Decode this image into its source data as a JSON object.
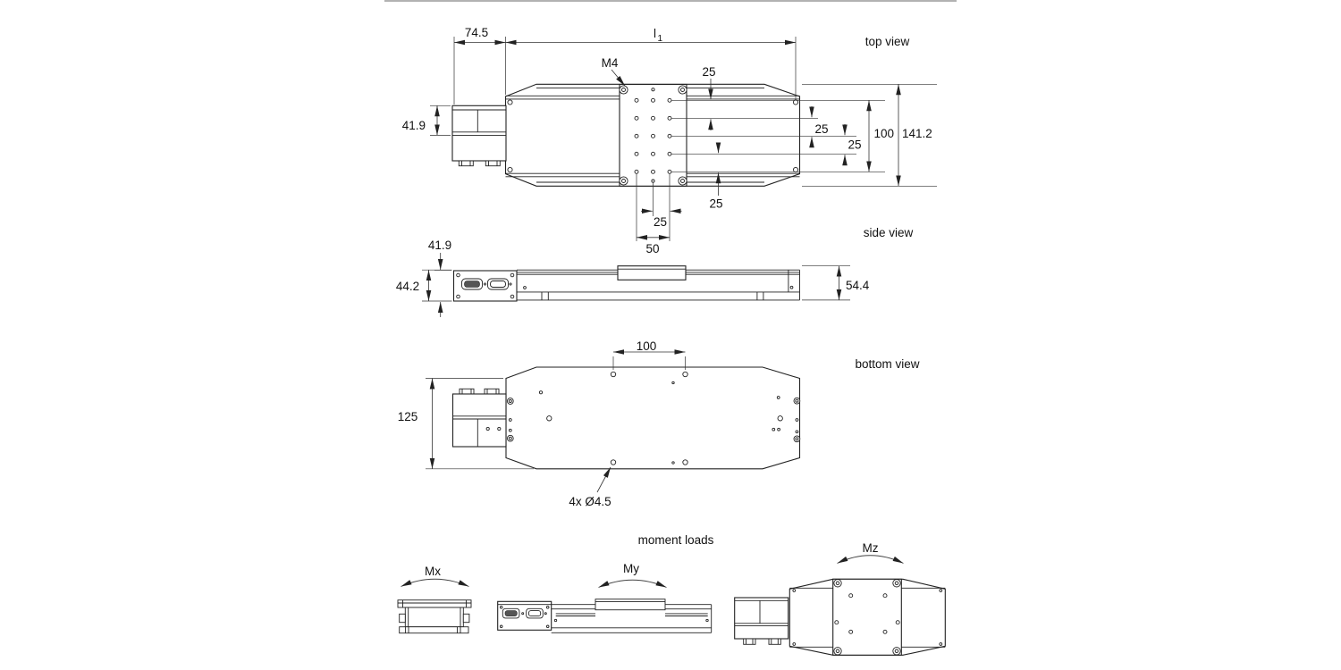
{
  "drawing": {
    "top_view": {
      "title": "top view",
      "dim_motor_length": "74.5",
      "dim_length_base": "l",
      "dim_length_sub": "1",
      "thread_callout": "M4",
      "dim_row_pitch_top": "25",
      "dim_motor_width": "41.9",
      "dim_row_pitch_a": "25",
      "dim_row_pitch_b": "25",
      "dim_hole_span": "100",
      "dim_total_width": "141.2",
      "dim_row_pitch_bottom": "25",
      "dim_col_pitch": "25",
      "dim_col_span": "50"
    },
    "side_view": {
      "title": "side view",
      "dim_height_top": "41.9",
      "dim_height_base": "44.2",
      "dim_height_total": "54.4"
    },
    "bottom_view": {
      "title": "bottom view",
      "dim_mount_spacing_x": "100",
      "dim_mount_spacing_y": "125",
      "hole_callout": "4x Ø4.5"
    },
    "moment_loads": {
      "title": "moment loads",
      "mx_label": "Mx",
      "my_label": "My",
      "mz_label": "Mz"
    }
  }
}
